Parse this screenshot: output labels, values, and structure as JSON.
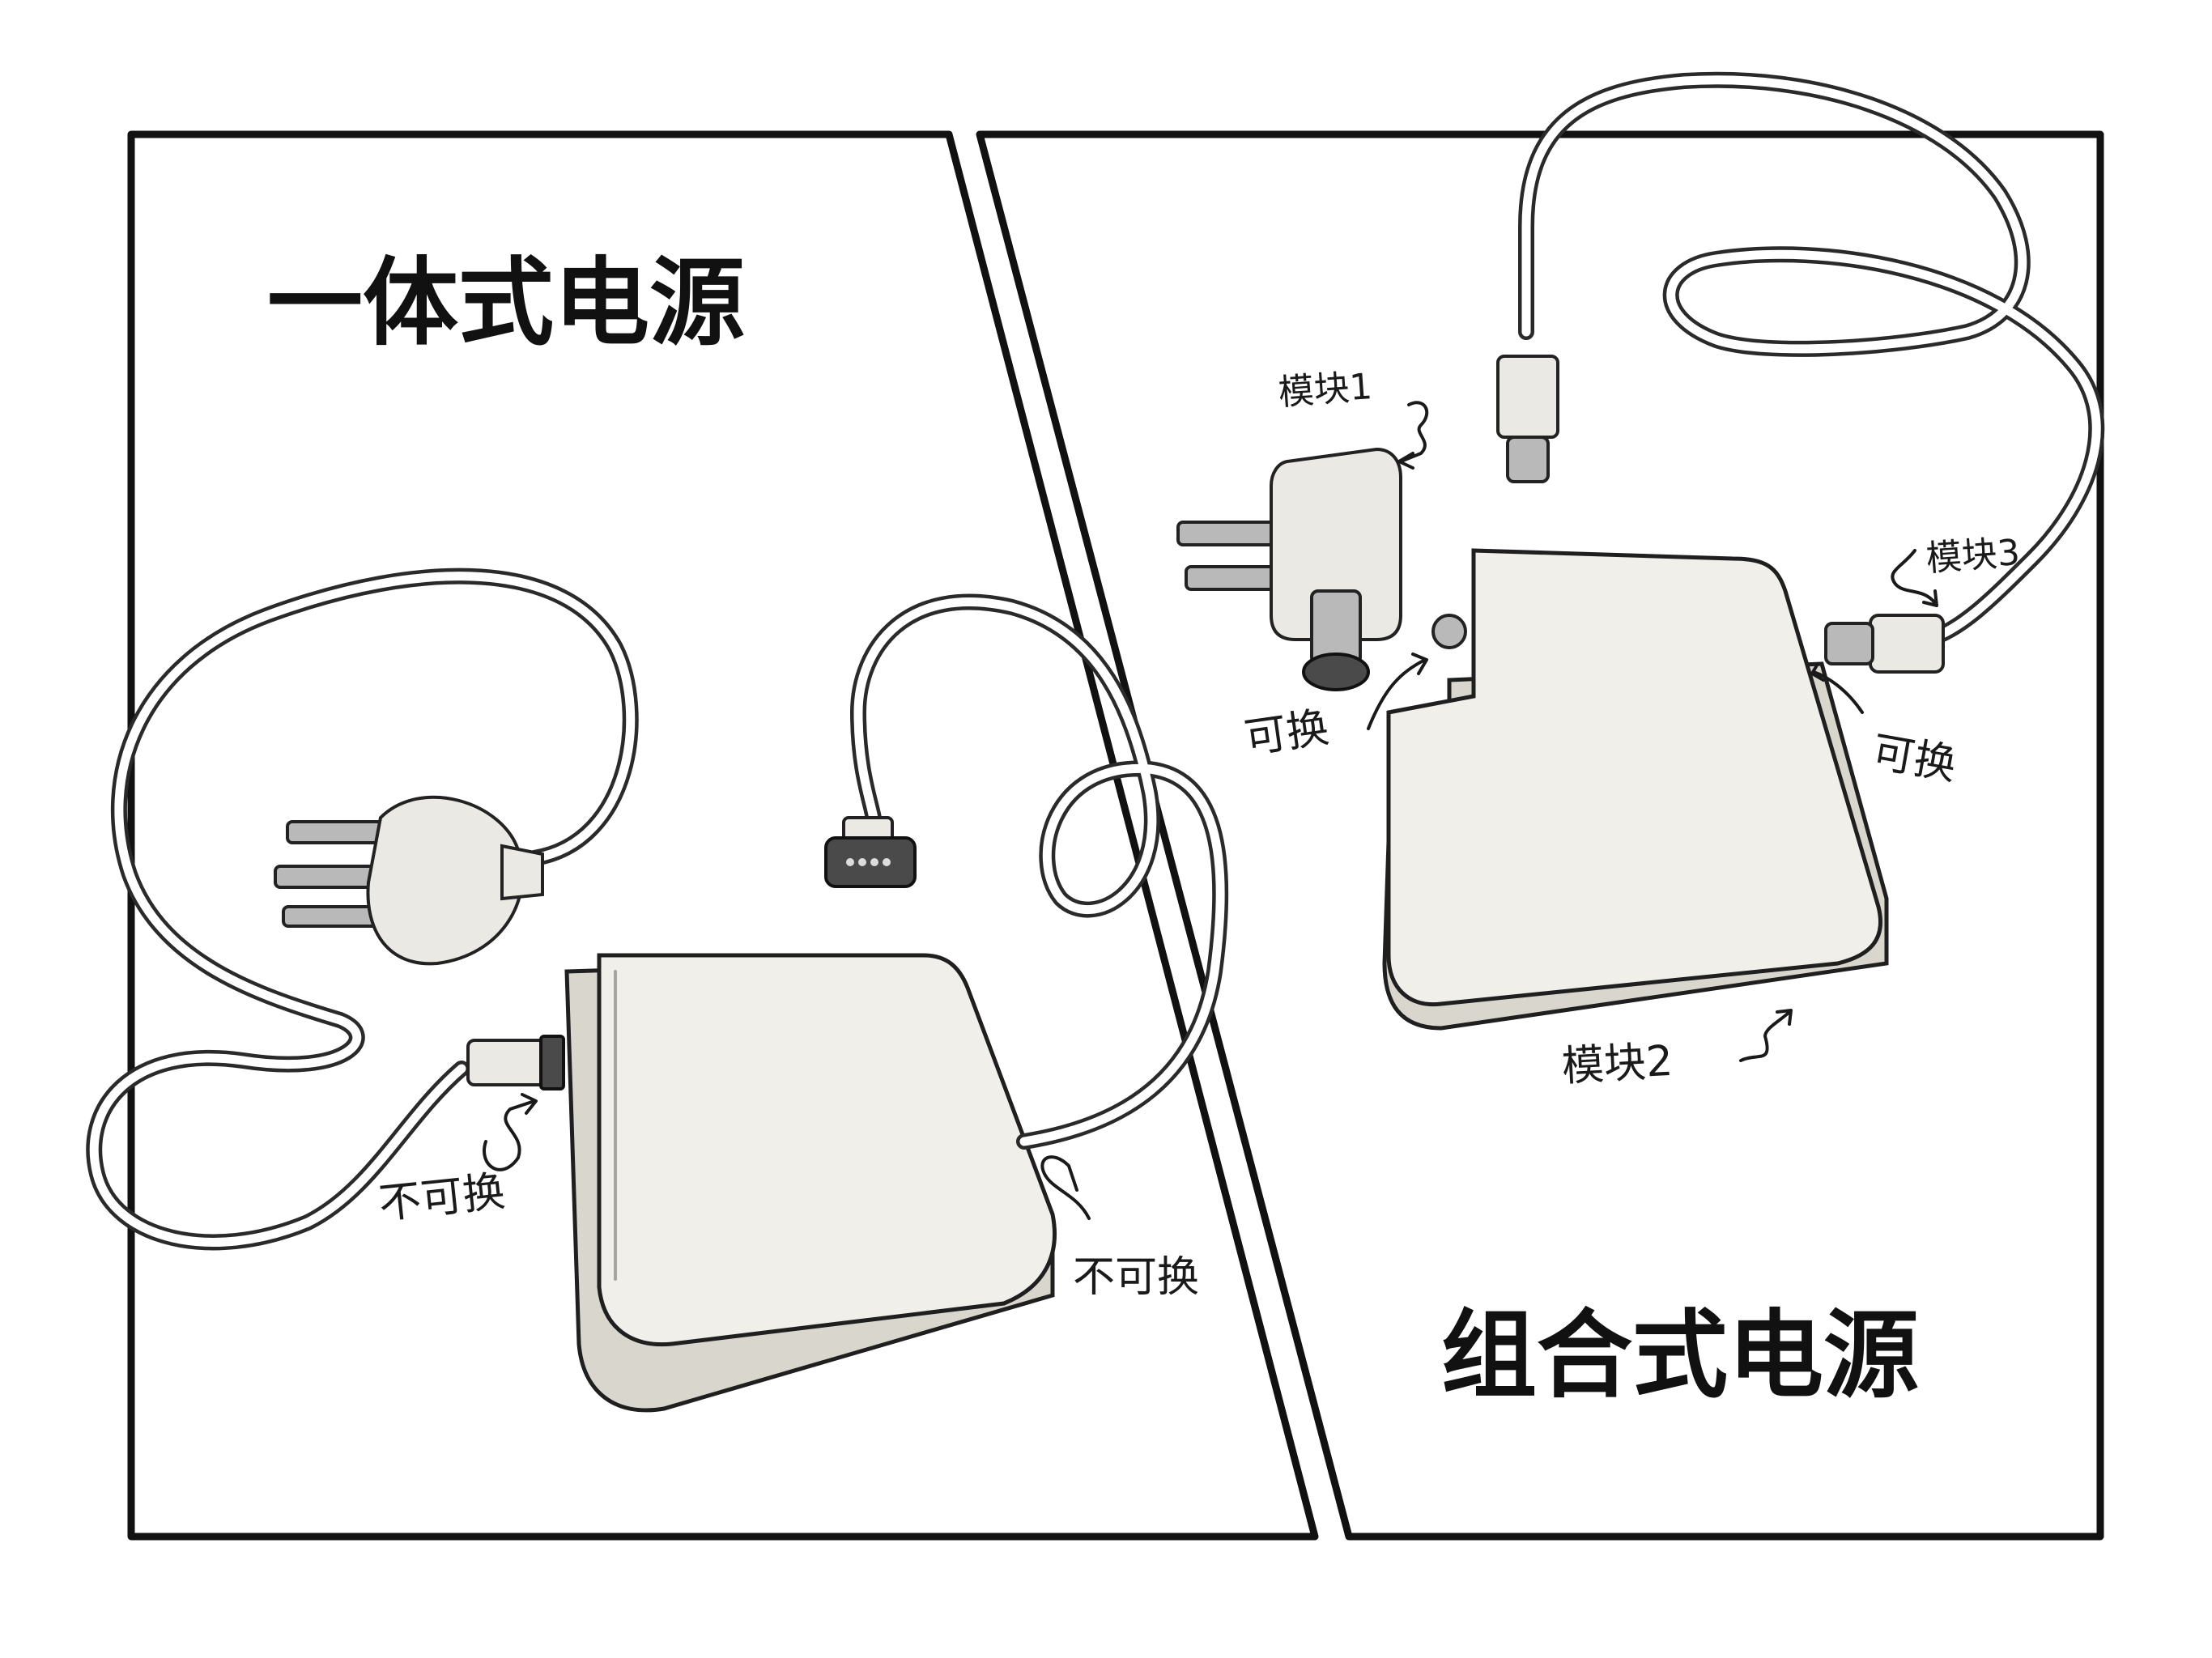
{
  "left_panel": {
    "title": "一体式电源",
    "plug_label": "不可换",
    "cable_label": "不可换"
  },
  "right_panel": {
    "title": "组合式电源",
    "module1_label": "模块1",
    "module2_label": "模块2",
    "module3_label": "模块3",
    "plug_swap_label": "可换",
    "cable_swap_label": "可换"
  },
  "colors": {
    "ink": "#111111",
    "brick": "#f1efea",
    "brick_shadow": "#d9d6ce",
    "background": "#ffffff"
  }
}
